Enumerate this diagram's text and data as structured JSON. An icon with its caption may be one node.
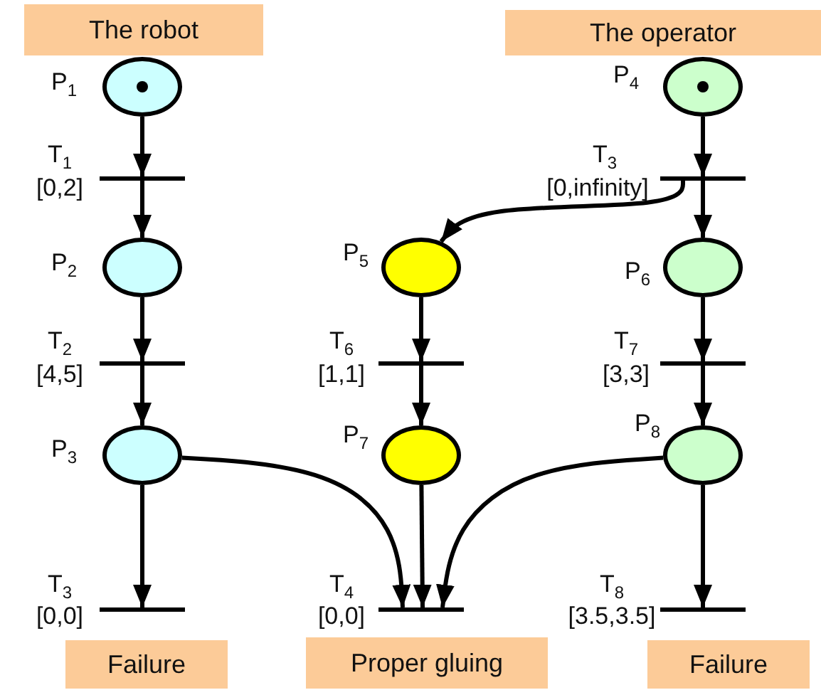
{
  "diagram": {
    "nodes": [
      {
        "text": [
          "The robot"
        ]
      },
      {
        "text": [
          "The operator"
        ]
      },
      {
        "text": [],
        "shape": "circle",
        "beside": [
          "P$_{1}$"
        ]
      },
      {
        "text": [],
        "shape": "circle",
        "beside": [
          "P$_{4}$"
        ]
      },
      {
        "text": [],
        "shape": "bar",
        "beside": [
          "T$_{1}$",
          "[0,2]"
        ]
      },
      {
        "text": [],
        "shape": "bar",
        "beside": [
          "T$_{3}$",
          "[0,infinity]"
        ]
      },
      {
        "text": [],
        "shape": "circle",
        "beside": [
          "P$_{2}$"
        ]
      },
      {
        "text": [],
        "shape": "circle",
        "beside": [
          "P$_{5}$"
        ]
      },
      {
        "text": [],
        "shape": "circle",
        "beside": [
          "P$_{6}$"
        ]
      },
      {
        "text": [],
        "shape": "bar",
        "beside": [
          "T$_{2}$",
          "[4,5]"
        ]
      },
      {
        "text": [],
        "shape": "bar",
        "beside": [
          "T$_{6}$",
          "[1,1]"
        ]
      },
      {
        "text": [],
        "shape": "bar",
        "beside": [
          "T$_{7}$",
          "[3,3]"
        ]
      },
      {
        "text": [],
        "shape": "circle",
        "beside": [
          "P$_{3}$"
        ]
      },
      {
        "text": [],
        "shape": "circle",
        "beside": [
          "P$_{7}$"
        ]
      },
      {
        "text": [],
        "shape": "circle",
        "beside": [
          "P$_{8}$"
        ]
      },
      {
        "text": [],
        "shape": "bar",
        "beside": [
          "T$_{3}$",
          "[0,0]"
        ]
      },
      {
        "text": [],
        "shape": "bar",
        "beside": [
          "T$_{4}$",
          "[0,0]"
        ]
      },
      {
        "text": [],
        "shape": "bar",
        "beside": [
          "T$_{8}$",
          "[3.5,3.5]"
        ]
      },
      {
        "text": [
          "Failure"
        ]
      },
      {
        "text": [
          "Proper gluing"
        ]
      },
      {
        "text": [
          "Failure"
        ]
      }
    ],
    "edges": [
      {
        "from": 2,
        "to": 4,
        "arrow": "to"
      },
      {
        "from": 4,
        "to": 6,
        "arrow": "to"
      },
      {
        "from": 3,
        "to": 5,
        "arrow": "to"
      },
      {
        "from": 5,
        "to": 7,
        "arrow": "to"
      },
      {
        "from": 5,
        "to": 8,
        "arrow": "to"
      },
      {
        "from": 6,
        "to": 9,
        "arrow": "to"
      },
      {
        "from": 9,
        "to": 12,
        "arrow": "to"
      },
      {
        "from": 7,
        "to": 10,
        "arrow": "to"
      },
      {
        "from": 10,
        "to": 13,
        "arrow": "to"
      },
      {
        "from": 8,
        "to": 11,
        "arrow": "to"
      },
      {
        "from": 11,
        "to": 14,
        "arrow": "to"
      },
      {
        "from": 12,
        "to": 15,
        "arrow": "to"
      },
      {
        "from": 12,
        "to": 16,
        "arrow": "to"
      },
      {
        "from": 13,
        "to": 16,
        "arrow": "to"
      },
      {
        "from": 14,
        "to": 16,
        "arrow": "to"
      },
      {
        "from": 14,
        "to": 17,
        "arrow": "to"
      }
    ]
  }
}
